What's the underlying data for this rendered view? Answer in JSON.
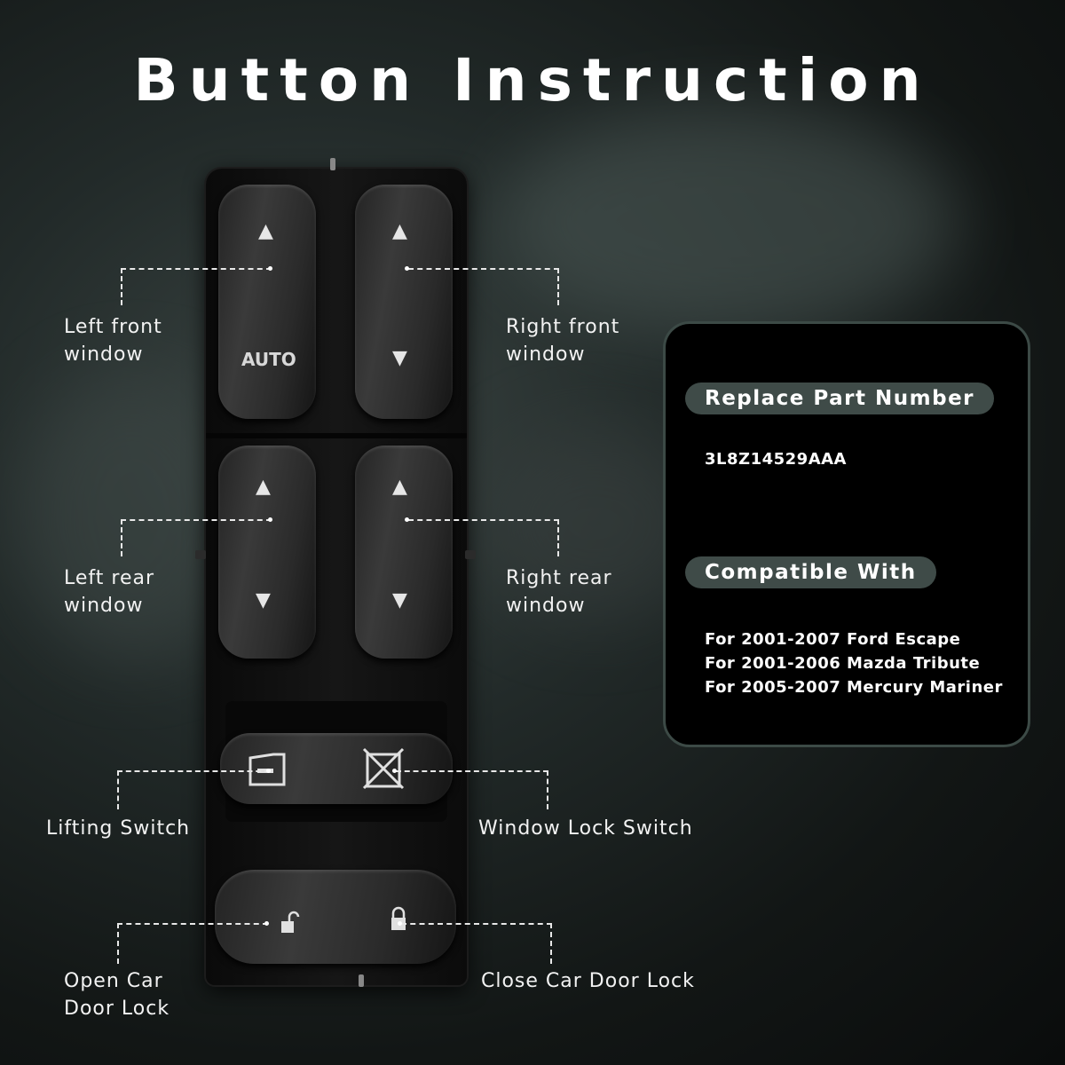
{
  "title": "Button Instruction",
  "labels": {
    "left_front": "Left front\nwindow",
    "right_front": "Right front\nwindow",
    "left_rear": "Left rear\nwindow",
    "right_rear": "Right rear\nwindow",
    "lifting_switch": "Lifting Switch",
    "window_lock_switch": "Window Lock Switch",
    "open_lock": "Open Car\nDoor Lock",
    "close_lock": "Close Car Door Lock"
  },
  "buttons": {
    "auto": "AUTO",
    "up_arrow": "▲",
    "down_arrow": "▼"
  },
  "info": {
    "part_heading": "Replace Part Number",
    "part_number": "3L8Z14529AAA",
    "compat_heading": "Compatible With",
    "compat_list": [
      "For 2001-2007 Ford Escape",
      "For 2001-2006 Mazda Tribute",
      "For 2005-2007 Mercury Mariner"
    ]
  },
  "colors": {
    "pill": "#3f4b48",
    "card_border": "#3c4a46",
    "text": "#ffffff"
  }
}
